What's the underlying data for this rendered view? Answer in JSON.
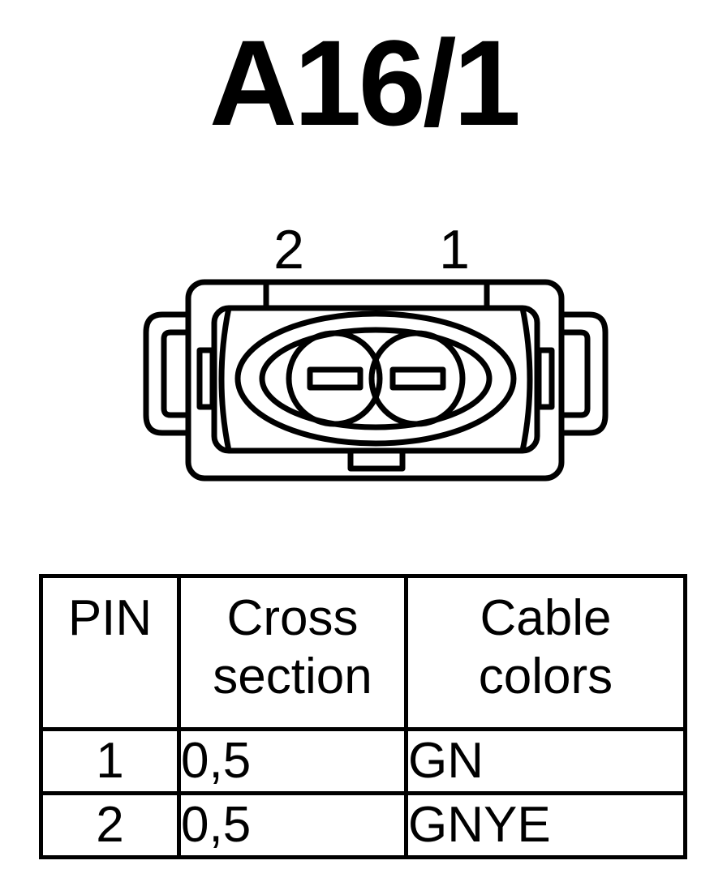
{
  "title": "A16/1",
  "connector": {
    "pin_labels": [
      "2",
      "1"
    ]
  },
  "table": {
    "headers": {
      "pin": "PIN",
      "cross_section": [
        "Cross",
        "section"
      ],
      "cable_colors": [
        "Cable",
        "colors"
      ]
    },
    "rows": [
      {
        "pin": "1",
        "cross_section": "0,5",
        "cable_color": "GN"
      },
      {
        "pin": "2",
        "cross_section": "0,5",
        "cable_color": "GNYE"
      }
    ]
  }
}
